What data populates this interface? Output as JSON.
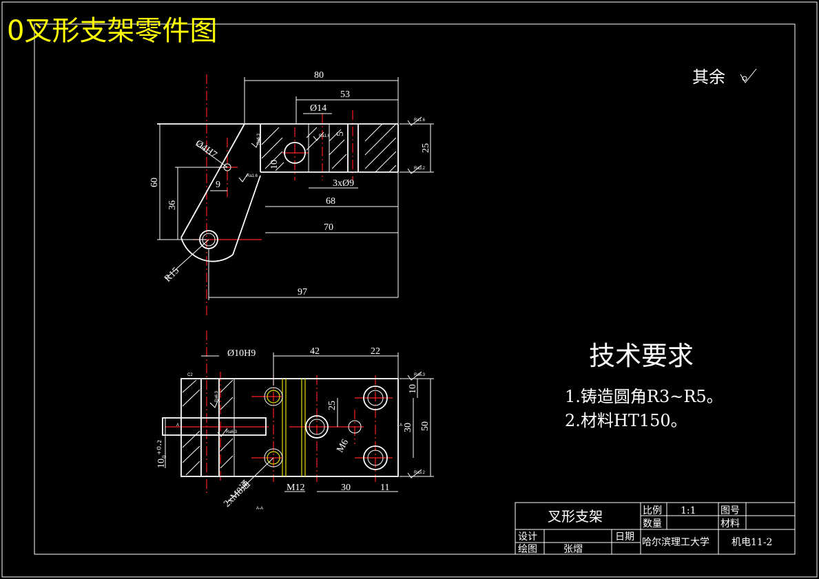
{
  "drawing": {
    "title": "0叉形支架零件图",
    "surface_note": "其余",
    "tech_req_title": "技术要求",
    "tech_req_items": [
      "1.铸造圆角R3~R5。",
      "2.材料HT150。"
    ],
    "section_label": "A-A",
    "section_mark": "A",
    "top_view_dims": {
      "d80": "80",
      "d53": "53",
      "d14": "Ø14",
      "d25": "25",
      "d60": "60",
      "d36": "36",
      "d9": "9",
      "d3x9": "3xØ9",
      "d68": "68",
      "d70": "70",
      "d97": "97",
      "d4h7": "Ø4H7",
      "r15": "R15",
      "d10": "10",
      "d5": "5"
    },
    "bottom_view_dims": {
      "d10h9": "Ø10H9",
      "d42": "42",
      "d22": "22",
      "d25": "25",
      "d10": "10",
      "d30v": "30",
      "d50": "50",
      "d10tol": "10₀⁺⁰·²",
      "m6": "M6",
      "m12": "M12",
      "d30h": "30",
      "d11": "11",
      "m8": "2xM8通",
      "c2": "C2"
    },
    "roughness": [
      "Ra1.6",
      "Ra3.2",
      "Ra6.3",
      "Ra1.6",
      "Ra1.6",
      "Ra6.3",
      "Ra3.2",
      "Ra6.3",
      "Ra6.3"
    ]
  },
  "title_block": {
    "part_name": "叉形支架",
    "scale_label": "比例",
    "scale_value": "1:1",
    "drawing_no_label": "图号",
    "qty_label": "数量",
    "material_label": "材料",
    "design_label": "设计",
    "date_label": "日期",
    "draw_label": "绘图",
    "drafter": "张熠",
    "school": "哈尔滨理工大学",
    "class": "机电11-2"
  },
  "colors": {
    "background": "#000000",
    "line": "#ffffff",
    "center": "#ff2020",
    "title": "#ffff00"
  }
}
